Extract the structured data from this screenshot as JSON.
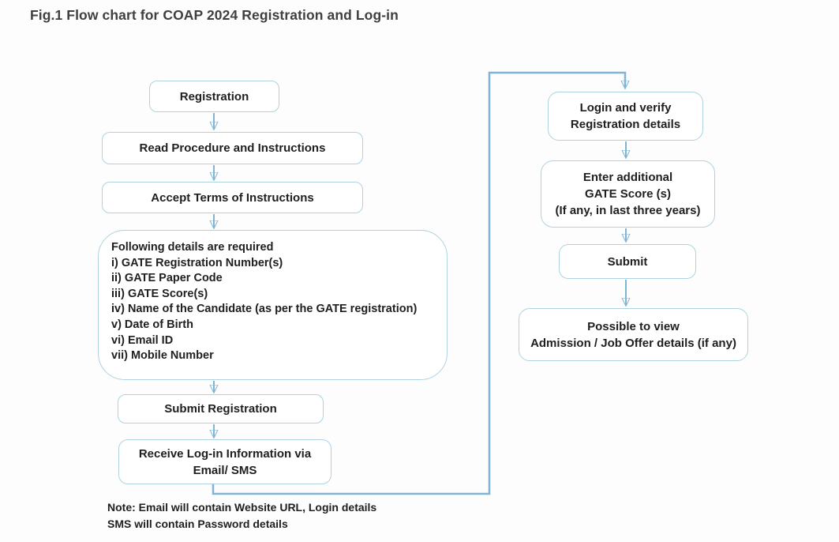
{
  "title": "Fig.1 Flow chart for COAP 2024 Registration and Log-in",
  "colors": {
    "accent_line": "#7fb4d2",
    "box_border": "#aed2e2",
    "box_fill": "#ffffff",
    "text": "#1f1f1f",
    "title_text": "#3f3f3f",
    "background": "#fdfdfd"
  },
  "flowchart": {
    "left": {
      "registration": "Registration",
      "read_procedure": "Read Procedure and Instructions",
      "accept_terms": "Accept Terms of Instructions",
      "details": {
        "lines": [
          "Following details are required",
          "i) GATE Registration Number(s)",
          "ii) GATE Paper Code",
          "iii) GATE Score(s)",
          "iv) Name of the Candidate (as per the GATE registration)",
          "v) Date of Birth",
          "vi) Email ID",
          "vii) Mobile Number"
        ]
      },
      "submit_registration": "Submit Registration",
      "receive_login": {
        "lines": [
          "Receive Log-in Information via",
          "Email/ SMS"
        ]
      }
    },
    "right": {
      "login_verify": {
        "lines": [
          "Login and verify",
          "Registration details"
        ]
      },
      "enter_additional": {
        "lines": [
          "Enter additional",
          "GATE Score (s)",
          "(If any, in last three years)"
        ]
      },
      "submit": "Submit",
      "possible_view": {
        "lines": [
          "Possible to view",
          "Admission / Job Offer details (if any)"
        ]
      }
    },
    "note": {
      "lines": [
        "Note: Email will contain Website URL, Login details",
        "SMS will contain Password details"
      ]
    }
  }
}
